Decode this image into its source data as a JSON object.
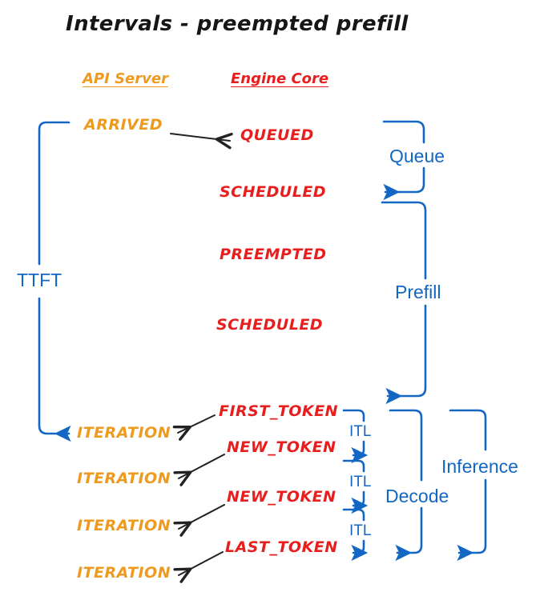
{
  "title": "Intervals - preempted prefill",
  "colors": {
    "api": "#EE9A1E",
    "engine": "#E81E1E",
    "interval": "#1266C4",
    "arrow": "#222222",
    "background": "#FFFFFF"
  },
  "columns": [
    {
      "id": "api-server",
      "label": "API Server",
      "color": "#EE9A1E"
    },
    {
      "id": "engine-core",
      "label": "Engine Core",
      "color": "#E81E1E"
    }
  ],
  "events": {
    "api": [
      {
        "label": "ARRIVED"
      },
      {
        "label": "ITERATION"
      },
      {
        "label": "ITERATION"
      },
      {
        "label": "ITERATION"
      },
      {
        "label": "ITERATION"
      }
    ],
    "engine": [
      {
        "label": "QUEUED"
      },
      {
        "label": "SCHEDULED"
      },
      {
        "label": "PREEMPTED"
      },
      {
        "label": "SCHEDULED"
      },
      {
        "label": "FIRST_TOKEN"
      },
      {
        "label": "NEW_TOKEN"
      },
      {
        "label": "NEW_TOKEN"
      },
      {
        "label": "LAST_TOKEN"
      }
    ]
  },
  "intervals": [
    {
      "id": "ttft",
      "label": "TTFT"
    },
    {
      "id": "queue",
      "label": "Queue"
    },
    {
      "id": "prefill",
      "label": "Prefill"
    },
    {
      "id": "itl-1",
      "label": "ITL"
    },
    {
      "id": "itl-2",
      "label": "ITL"
    },
    {
      "id": "itl-3",
      "label": "ITL"
    },
    {
      "id": "decode",
      "label": "Decode"
    },
    {
      "id": "inference",
      "label": "Inference"
    }
  ]
}
